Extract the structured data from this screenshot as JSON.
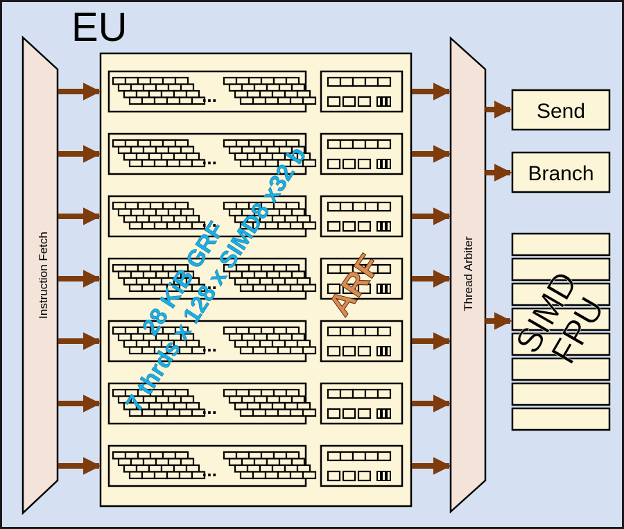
{
  "title": "EU",
  "instruction_fetch": {
    "label": "Instruction Fetch"
  },
  "thread_arbiter": {
    "label": "Thread Arbiter"
  },
  "units": [
    {
      "label": "Send"
    },
    {
      "label": "Branch"
    }
  ],
  "fpu": {
    "line1": "SIMD",
    "line2": "FPU",
    "lanes": 8
  },
  "grf": {
    "label_line1": "28 KiB GRF",
    "label_line2": "7 thrds x 128 x SIMD8 x32 b",
    "ellipsis": "...",
    "thread_count": 7
  },
  "arf": {
    "label": "ARF"
  },
  "colors": {
    "background": "#d5e1f3",
    "fetch_fill": "#f3e3d8",
    "eu_fill": "#fdf5d8",
    "arrow": "#7e3b0b",
    "grf_text": "#1aaee6",
    "arf_text": "#d98c52",
    "stroke": "#000000"
  }
}
